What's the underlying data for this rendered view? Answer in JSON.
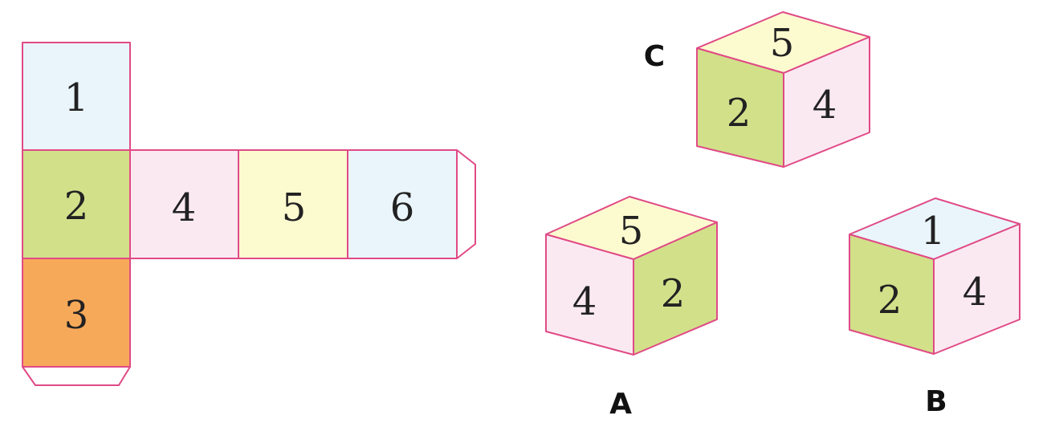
{
  "colors": {
    "edge": "#e04a86",
    "light_blue": "#eaf5fb",
    "green": "#d2e08a",
    "orange": "#f7a95a",
    "pink": "#fbe9f2",
    "yellow": "#fcfbd0",
    "flap": "#ffffff"
  },
  "net": {
    "faces": [
      {
        "label": "1",
        "color": "light_blue"
      },
      {
        "label": "2",
        "color": "green"
      },
      {
        "label": "3",
        "color": "orange"
      },
      {
        "label": "4",
        "color": "pink"
      },
      {
        "label": "5",
        "color": "yellow"
      },
      {
        "label": "6",
        "color": "light_blue"
      }
    ]
  },
  "cubes": {
    "c": {
      "letter": "C",
      "top": "5",
      "left": "2",
      "right": "4",
      "top_color": "yellow",
      "left_color": "green",
      "right_color": "pink"
    },
    "a": {
      "letter": "A",
      "top": "5",
      "left": "4",
      "right": "2",
      "top_color": "yellow",
      "left_color": "pink",
      "right_color": "green"
    },
    "b": {
      "letter": "B",
      "top": "1",
      "left": "2",
      "right": "4",
      "top_color": "light_blue",
      "left_color": "green",
      "right_color": "pink"
    }
  }
}
